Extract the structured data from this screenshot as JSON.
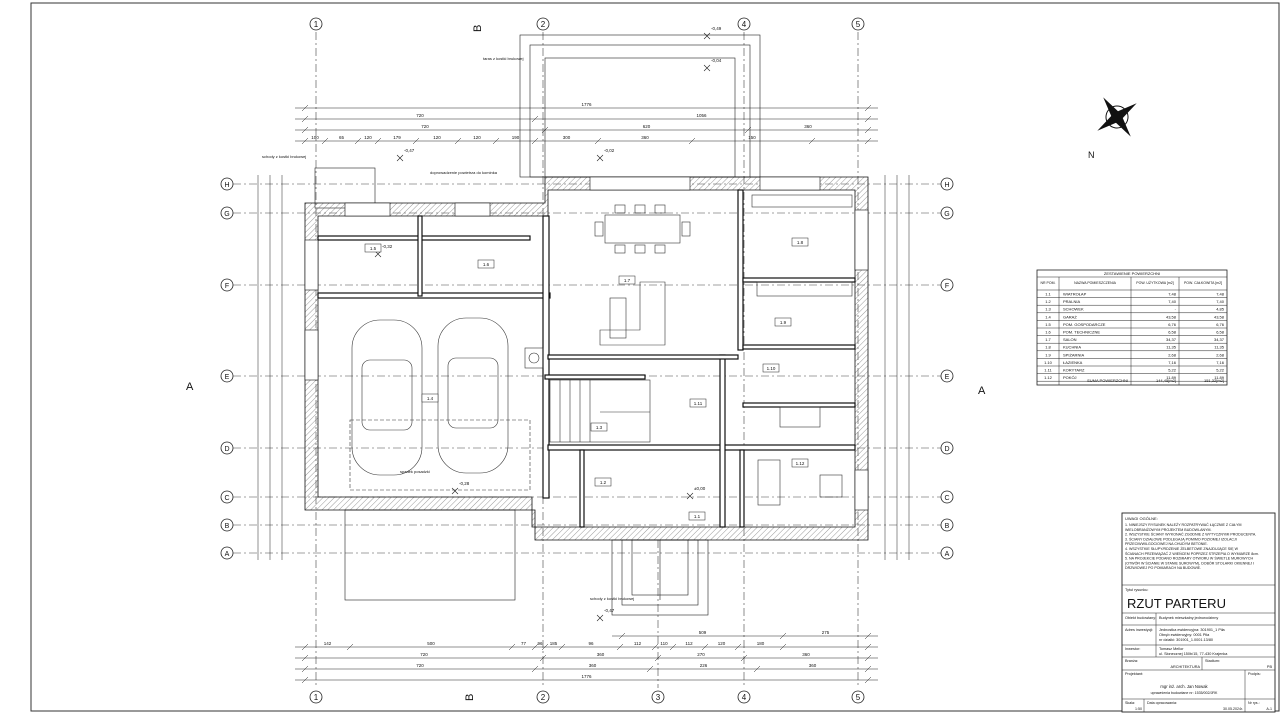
{
  "drawing": {
    "grid_columns": [
      "1",
      "2",
      "3",
      "4",
      "5"
    ],
    "grid_rows": [
      "H",
      "G",
      "F",
      "E",
      "D",
      "C",
      "B",
      "A"
    ],
    "section_marks": {
      "a_left": "A",
      "a_right": "A",
      "b_top": "B",
      "b_bottom": "B"
    },
    "compass_label": "N",
    "rooms": [
      {
        "id": "1.1"
      },
      {
        "id": "1.2"
      },
      {
        "id": "1.3"
      },
      {
        "id": "1.4"
      },
      {
        "id": "1.5"
      },
      {
        "id": "1.6"
      },
      {
        "id": "1.7"
      },
      {
        "id": "1.8"
      },
      {
        "id": "1.9"
      },
      {
        "id": "1.10"
      },
      {
        "id": "1.11"
      },
      {
        "id": "1.12"
      }
    ],
    "dimensions_top": {
      "overall": "1776",
      "row2": [
        "720",
        "1056"
      ],
      "row3": [
        "720",
        "620",
        "360"
      ],
      "row4": [
        "100",
        "65",
        "120",
        "179",
        "120",
        "120",
        "190",
        "300",
        "360",
        "150"
      ]
    },
    "dimensions_bottom": {
      "row1": [
        "509",
        "275"
      ],
      "row2": [
        "142",
        "500",
        "77",
        "96",
        "185",
        "96",
        "112",
        "110",
        "112",
        "120",
        "180"
      ],
      "row3": [
        "720",
        "360",
        "270",
        "360"
      ],
      "row4": [
        "720",
        "360",
        "226",
        "360"
      ],
      "overall": "1776"
    },
    "annotations": {
      "terrace": "taras z kostki brukowej",
      "stairs_top": "schody z kostki brukowej",
      "stairs_bottom": "schody z kostki brukowej",
      "vent": "doprowadzenie powietrza do kominka",
      "garage_slope": "spadek posadzki",
      "levels": [
        "-0,47",
        "-0,02",
        "-0,49",
        "-0,04",
        "-0,47",
        "±0,00",
        "-0,28",
        "-0,32"
      ]
    }
  },
  "room_table": {
    "title": "ZESTAWIENIE POWIERZCHNI",
    "headers": [
      "NR POM.",
      "NAZWA POMIESZCZENIA",
      "POW. UŻYTKOWA [m2]",
      "POW. CAŁKOWITA [m2]"
    ],
    "rows": [
      [
        "1.1",
        "WIATROŁAP",
        "7,48",
        "7,48"
      ],
      [
        "1.2",
        "PRALNIA",
        "7,40",
        "7,40"
      ],
      [
        "1.3",
        "SCHOWEK",
        "-",
        "4,85"
      ],
      [
        "1.4",
        "GARAŻ",
        "43,58",
        "43,58"
      ],
      [
        "1.5",
        "POM. GOSPODARCZE",
        "6,76",
        "6,76"
      ],
      [
        "1.6",
        "POM. TECHNICZNE",
        "6,58",
        "6,58"
      ],
      [
        "1.7",
        "SALON",
        "34,37",
        "34,37"
      ],
      [
        "1.8",
        "KUCHNIA",
        "11,35",
        "11,35"
      ],
      [
        "1.9",
        "SPIŻARNIA",
        "2,68",
        "2,68"
      ],
      [
        "1.10",
        "ŁAZIENKA",
        "7,16",
        "7,16"
      ],
      [
        "1.11",
        "KORYTARZ",
        "5,22",
        "5,22"
      ],
      [
        "1.12",
        "POKÓJ",
        "11,89",
        "11,89"
      ]
    ],
    "sum_label": "SUMA POWIERZCHNI",
    "sum_usable": "144,45[m2]",
    "sum_total": "151,32[m2]"
  },
  "title_block": {
    "notes_title": "UWAGI OGÓLNE:",
    "notes": [
      "1. NINIEJSZY RYSUNEK NALEŻY ROZPATRYWAĆ ŁĄCZNIE Z CAŁYM WIELOBRANŻOWYM PROJEKTEM BUDOWLANYM.",
      "2. WSZYSTKIE ŚCIANY WYKONAĆ ZGODNIE Z WYTYCZNYMI PRODUCENTA.",
      "3. ŚCIANY DZIAŁOWE PODLEGAJĄ POMIMO POZIOMEJ IZOLACJI PRZECIWWILGOCIOWEJ NA CHUDYM BETONIE.",
      "4. WSZYSTKIE SŁUPY/RDZENIE ŻELBETOWE ZNAJDUJĄCE SIĘ W ŚCIANACH PRZEWIĄZAĆ Z WIEŃCEM POPRZEZ STRZEPIA O WYMIARZE 8cm.",
      "5. NA PROJEKCIE PODANO ROZMIARY OTWORU W ŚWIETLE MUROWYCH (OTWÓR W ŚCIANIE W STANIE SUROWYM), DOBÓR STOLARKI OKIENNEJ I DRZWIOWEJ PO POMIARACH NA BUDOWIE."
    ],
    "drawing_title_label": "Tytuł rysunku:",
    "drawing_title": "RZUT PARTERU",
    "object_label": "Obiekt budowlany:",
    "object_value": "Budynek mieszkalny jednorodzinny",
    "address_label": "Adres inwestycji:",
    "address_lines": [
      "Jednostka ewidencyjna: 301901_1 Piła",
      "Obręb ewidencyjny: 0001 Piła",
      "nr działki: 301901_1.0001.13/80"
    ],
    "investor_label": "Inwestor:",
    "investor_lines": [
      "Tomasz Mellor",
      "ul. Słonecznej 150b/15, 77-430 Krajenka"
    ],
    "branch_label": "Branża:",
    "branch_value": "ARCHITEKTURA",
    "stage_label": "Stadium:",
    "stage_value": "PB",
    "designer_label": "Projektant:",
    "designer_name": "mgr inż. arch. Jan Nowak",
    "designer_license": "uprawnienia budowlane nr: 1535/002/JRK",
    "signature_label": "Podpis:",
    "scale_label": "Skala:",
    "scale_value": "1:50",
    "date_label": "Data opracowania:",
    "date_value": "30.05.2024r.",
    "sheet_label": "Nr rys.:",
    "sheet_value": "A-1"
  }
}
